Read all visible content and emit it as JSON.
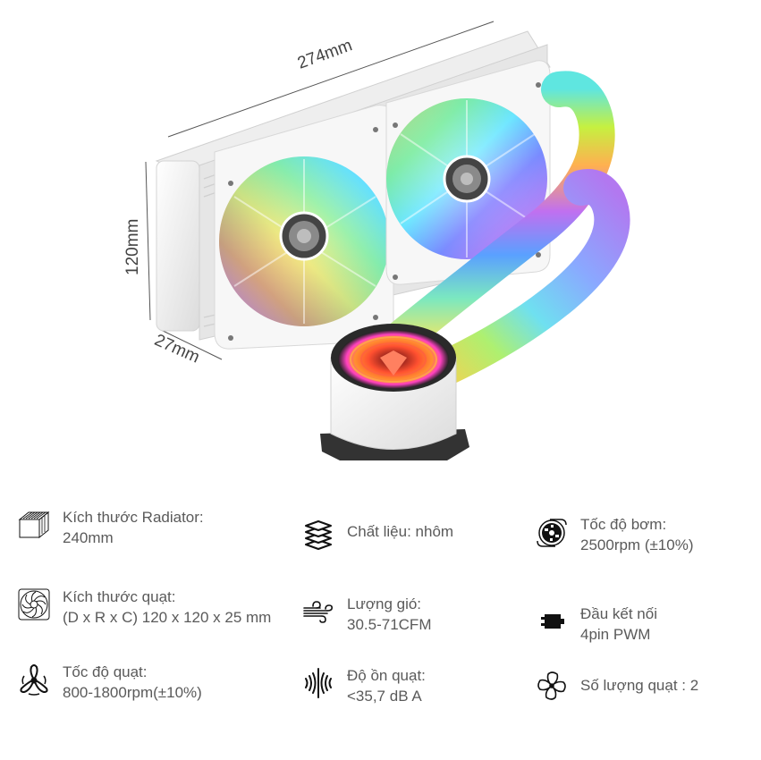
{
  "product": {
    "image_alt": "White AIO liquid CPU cooler with two ARGB fans, rainbow tubes and infinity-mirror pump block",
    "dimensions": {
      "length": "274mm",
      "height": "120mm",
      "depth": "27mm"
    }
  },
  "specs": [
    {
      "id": "radiator-size",
      "icon": "heatsink-icon",
      "label": "Kích thước Radiator:",
      "value": "240mm"
    },
    {
      "id": "material",
      "icon": "layers-icon",
      "label": "Chất liệu: nhôm",
      "value": ""
    },
    {
      "id": "pump-speed",
      "icon": "pump-icon",
      "label": "Tốc độ bơm:",
      "value": "2500rpm (±10%)"
    },
    {
      "id": "fan-size",
      "icon": "fan-frame-icon",
      "label": "Kích thước quạt:",
      "value": "(D x R x C) 120 x 120 x 25 mm"
    },
    {
      "id": "airflow",
      "icon": "wind-icon",
      "label": "Lượng gió:",
      "value": "30.5-71CFM"
    },
    {
      "id": "connector",
      "icon": "plug-icon",
      "label": "Đầu kết nối",
      "value": "4pin PWM"
    },
    {
      "id": "fan-speed",
      "icon": "propeller-icon",
      "label": "Tốc độ quạt:",
      "value": "800-1800rpm(±10%)"
    },
    {
      "id": "noise",
      "icon": "sound-wave-icon",
      "label": "Độ ồn quạt:",
      "value": "<35,7 dB A"
    },
    {
      "id": "fan-count",
      "icon": "fan-blades-icon",
      "label": "Số lượng quạt : 2",
      "value": ""
    }
  ],
  "colors": {
    "text": "#5a5a5a",
    "icon": "#111111",
    "body_white": "#f2f2f2"
  }
}
